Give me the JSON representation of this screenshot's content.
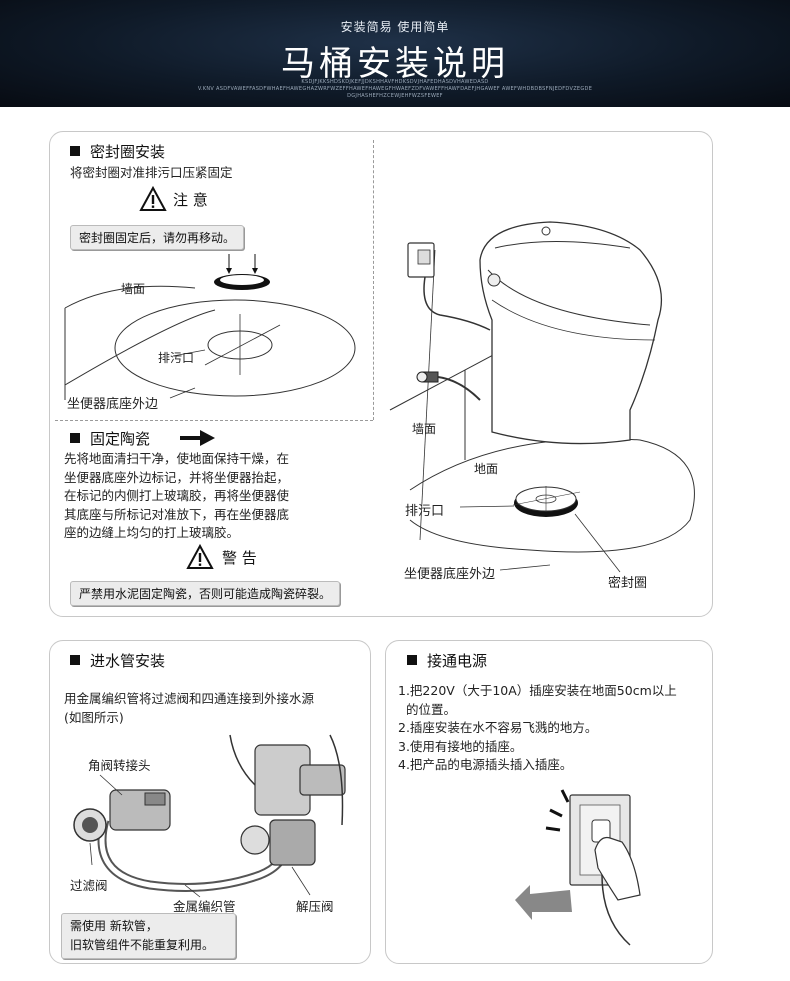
{
  "header": {
    "subtitle": "安装简易 使用简单",
    "title": "马桶安装说明",
    "fine_print": [
      "KSDJFJKKSHDSKDJKEFJJDKSHHAVFHDKSDVJHAFEDHASDVHAWEDASD",
      "V.KNV ASDFVAWEFFASDFWHAEFHAWEGHAZWRFWZEFFHAWEFHAWEGFHWAEFZDFVAWEFFHAWFDAEFJHGAWEF AWEFWHDBDBSFNJEDFDVZEGDE",
      "DGJHASHEFHZCEWJEHFWZSFEWEF"
    ]
  },
  "seal_section": {
    "heading": "密封圈安装",
    "instruction": "将密封圈对准排污口压紧固定",
    "caution_title": "注 意",
    "caution_text": "密封圈固定后，请勿再移动。",
    "labels": {
      "wall": "墙面",
      "drain": "排污口",
      "base_edge": "坐便器底座外边"
    }
  },
  "fix_section": {
    "heading": "固定陶瓷",
    "lines": [
      "先将地面清扫干净，使地面保持干燥，在",
      "坐便器底座外边标记，并将坐便器抬起，",
      "在标记的内侧打上玻璃胶，再将坐便器使",
      "其底座与所标记对准放下，再在坐便器底",
      "座的边缝上均匀的打上玻璃胶。"
    ],
    "warning_title": "警 告",
    "warning_text": "严禁用水泥固定陶瓷，否则可能造成陶瓷碎裂。"
  },
  "diagram_labels": {
    "wall": "墙面",
    "floor": "地面",
    "drain": "排污口",
    "base_edge": "坐便器底座外边",
    "seal_ring": "密封圈"
  },
  "water_section": {
    "heading": "进水管安装",
    "lines": [
      "用金属编织管将过滤阀和四通连接到外接水源",
      "(如图所示)"
    ],
    "labels": {
      "angle_valve": "角阀转接头",
      "filter_valve": "过滤阀",
      "braided_hose": "金属编织管",
      "relief_valve": "解压阀"
    },
    "notice_lines": [
      "需使用 新软管，",
      "旧软管组件不能重复利用。"
    ]
  },
  "power_section": {
    "heading": "接通电源",
    "lines": [
      "1.把220V（大于10A）插座安装在地面50cm以上",
      "的位置。",
      "2.插座安装在水不容易飞溅的地方。",
      "3.使用有接地的插座。",
      "4.把产品的电源插头插入插座。"
    ]
  },
  "icons": [
    "warning-triangle-icon",
    "right-arrow-icon",
    "outlet-hand-icon"
  ]
}
